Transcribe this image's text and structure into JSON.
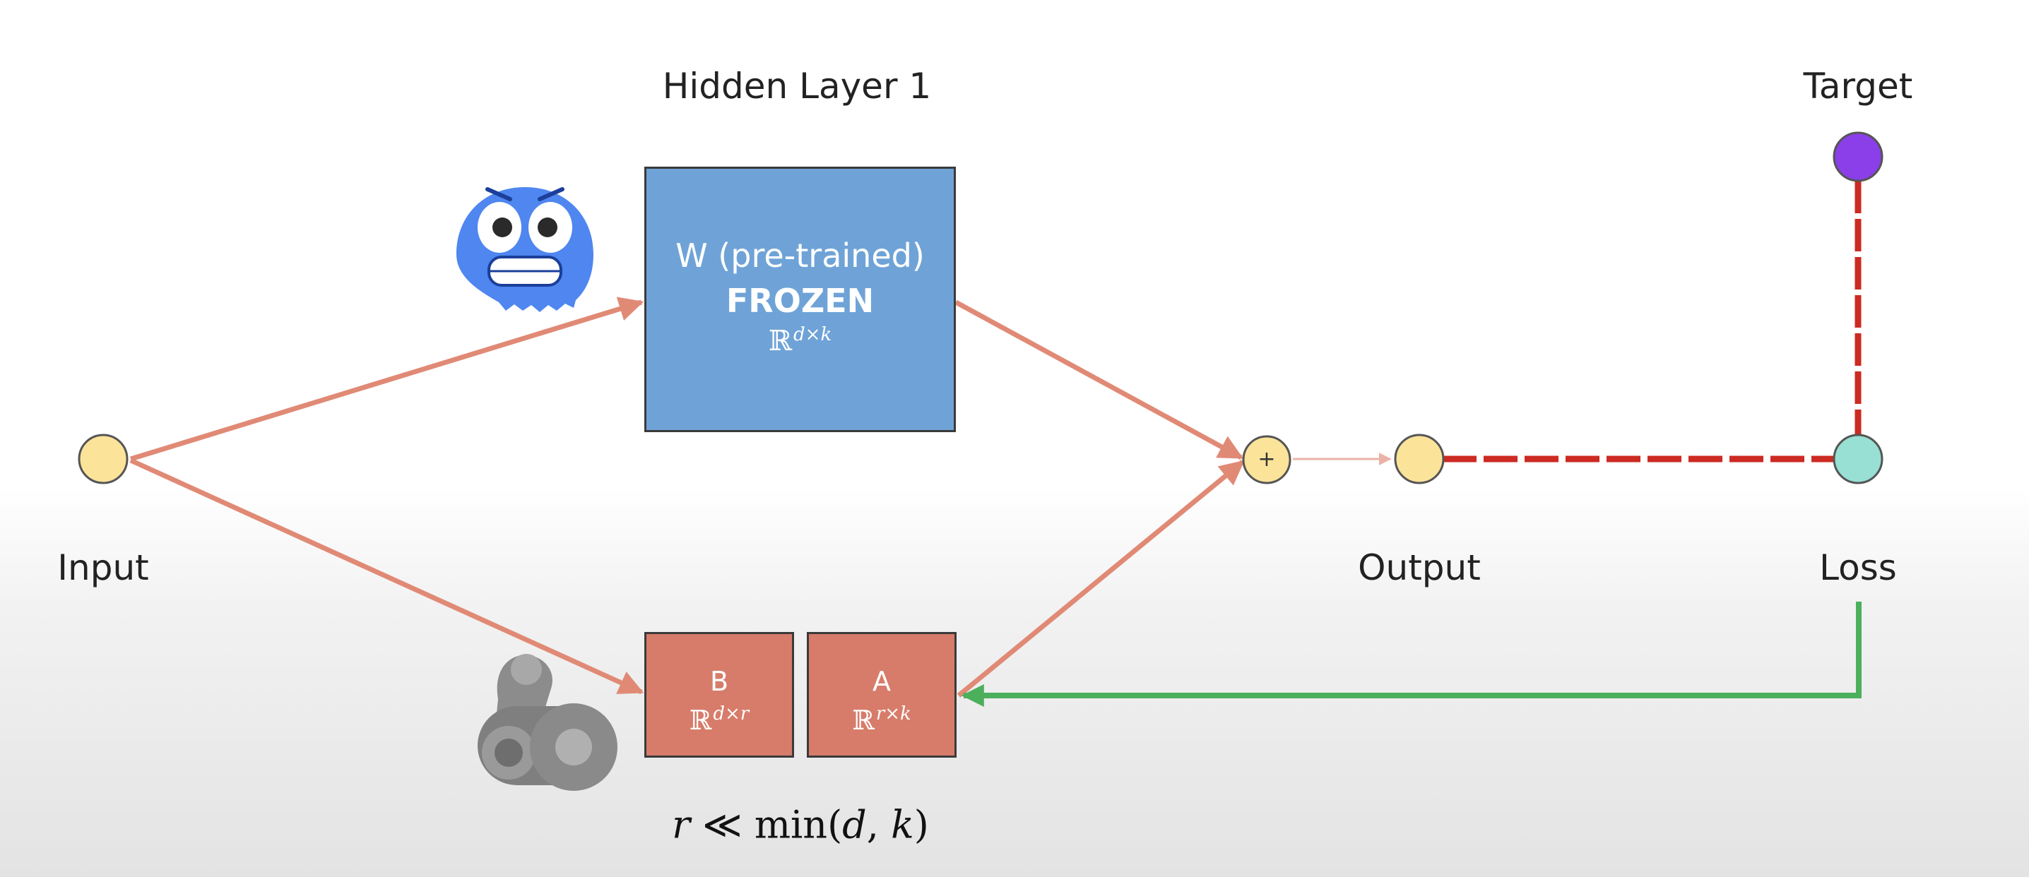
{
  "labels": {
    "input": "Input",
    "hidden_layer": "Hidden Layer 1",
    "output": "Output",
    "target": "Target",
    "loss": "Loss"
  },
  "frozen_weights": {
    "name": "W (pre-trained)",
    "status": "FROZEN",
    "space_base": "ℝ",
    "space_exp": "d×k"
  },
  "adapter_b": {
    "name": "B",
    "space_base": "ℝ",
    "space_exp": "d×r"
  },
  "adapter_a": {
    "name": "A",
    "space_base": "ℝ",
    "space_exp": "r×k"
  },
  "sum_symbol": "+",
  "rank_constraint": {
    "lhs": "r",
    "op": "≪",
    "fn": "min(",
    "arg1": "d",
    "sep": ", ",
    "arg2": "k",
    "close": ")"
  },
  "colors": {
    "frozen_box": "#6fa3d7",
    "adapter_box": "#d77c6a",
    "forward_arrow": "#e08a76",
    "loss_line": "#cc2a22",
    "gradient_arrow": "#4caf5c",
    "node_yellow": "#fbe39a",
    "node_loss": "#97e0d3",
    "node_target": "#8a3fe8"
  },
  "icons": {
    "frozen": "freezing-face-icon",
    "trainable": "weight-training-icon"
  }
}
